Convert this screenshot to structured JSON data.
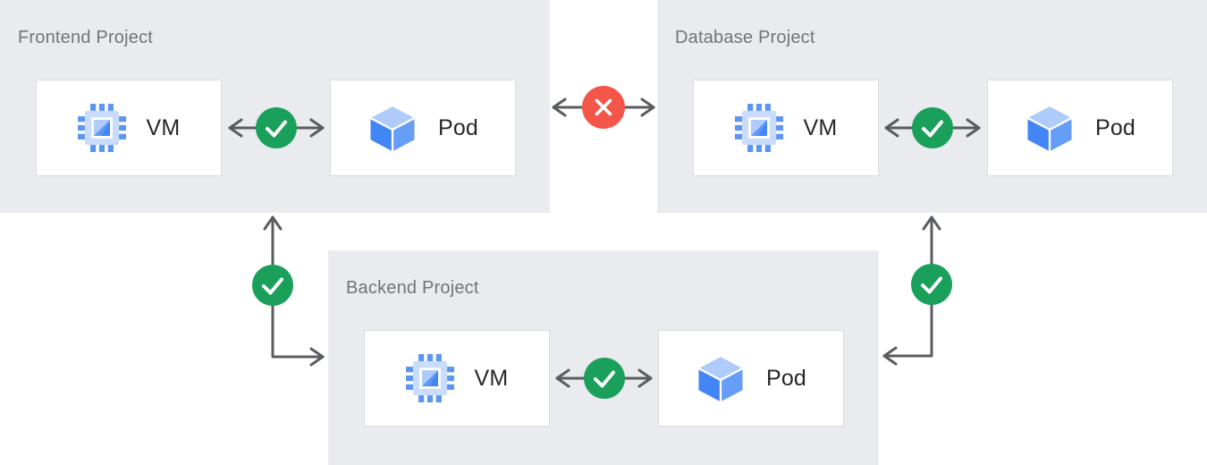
{
  "diagram": {
    "kind": "project-network-peering-diagram",
    "panels": [
      {
        "title": "Frontend Project",
        "nodes": [
          {
            "label": "VM",
            "icon": "compute-vm-icon"
          },
          {
            "label": "Pod",
            "icon": "pod-cube-icon"
          }
        ],
        "internal_link": {
          "status": "allowed",
          "icon": "check-icon"
        }
      },
      {
        "title": "Database Project",
        "nodes": [
          {
            "label": "VM",
            "icon": "compute-vm-icon"
          },
          {
            "label": "Pod",
            "icon": "pod-cube-icon"
          }
        ],
        "internal_link": {
          "status": "allowed",
          "icon": "check-icon"
        }
      },
      {
        "title": "Backend Project",
        "nodes": [
          {
            "label": "VM",
            "icon": "compute-vm-icon"
          },
          {
            "label": "Pod",
            "icon": "pod-cube-icon"
          }
        ],
        "internal_link": {
          "status": "allowed",
          "icon": "check-icon"
        }
      }
    ],
    "connections": [
      {
        "from": "Frontend Project",
        "to": "Database Project",
        "status": "blocked",
        "icon": "cross-icon"
      },
      {
        "from": "Frontend Project",
        "to": "Backend Project",
        "status": "allowed",
        "icon": "check-icon"
      },
      {
        "from": "Database Project",
        "to": "Backend Project",
        "status": "allowed",
        "icon": "check-icon"
      }
    ],
    "colors": {
      "panel_background": "#E9EBEE",
      "box_border": "#DADDE0",
      "title_text": "#70757A",
      "label_text": "#25272B",
      "arrow": "#5A5C5F",
      "status_allowed": "#1AA05A",
      "status_blocked": "#F5564A",
      "blue_medium": "#4285F4",
      "blue_mid_light": "#669DF6",
      "blue_light": "#AECBFA",
      "chip_body": "#C9DCFB"
    }
  }
}
